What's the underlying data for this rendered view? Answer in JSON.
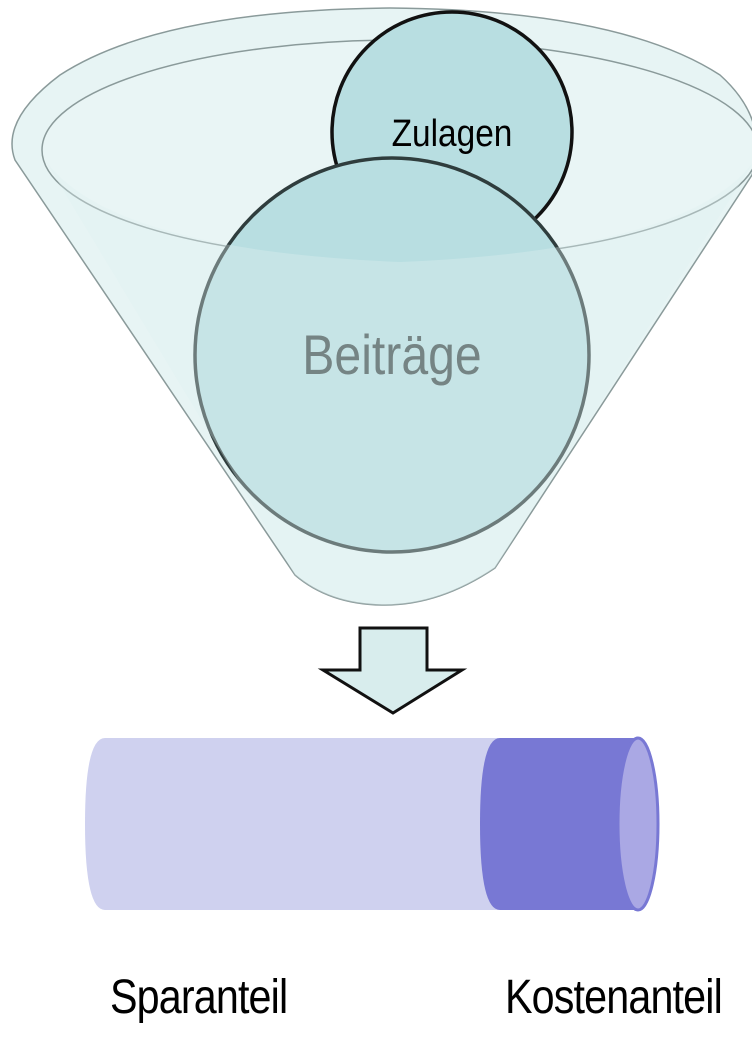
{
  "funnel": {
    "small_circle_label": "Zulagen",
    "large_circle_label": "Beiträge"
  },
  "cylinder": {
    "left_label": "Sparanteil",
    "right_label": "Kostenanteil",
    "kosten_share_percent": 25
  },
  "colors": {
    "funnel_fill": "#e4f3f3",
    "funnel_stroke": "#8a9a9a",
    "circle_fill": "#b8dee1",
    "circle_stroke": "#111111",
    "arrow_fill": "#d8eded",
    "spar_fill": "#cfd1ef",
    "kosten_fill": "#7878d4",
    "kosten_end_fill": "#aaa8e4"
  }
}
